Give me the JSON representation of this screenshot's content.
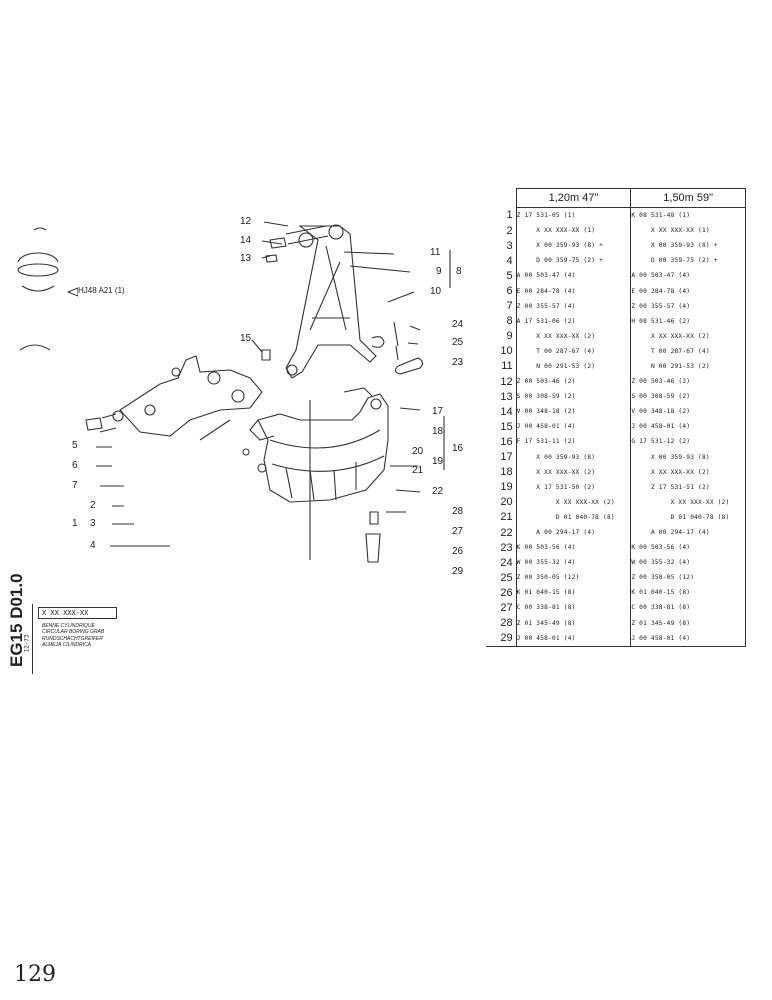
{
  "sheet": {
    "code": "EG15 D01.0",
    "edition": "12-73",
    "assembly_number": "X XX XXX-XX",
    "titles": [
      "BENNE CYLINDRIQUE",
      "CIRCULAR BORING GRAB",
      "RUNDSCHACHTGREIFER",
      "ALMEJA CILINDRICA"
    ],
    "page_number": "129"
  },
  "diagram": {
    "ref_label": "HJ48 A21 (1)",
    "callouts": [
      "12",
      "14",
      "13",
      "11",
      "9",
      "8",
      "10",
      "15",
      "24",
      "25",
      "23",
      "17",
      "18",
      "16",
      "20",
      "19",
      "21",
      "22",
      "5",
      "6",
      "7",
      "2",
      "1",
      "3",
      "4",
      "28",
      "27",
      "26",
      "29"
    ]
  },
  "parts_table": {
    "columns": [
      "1,20m 47\"",
      "1,50m 59\""
    ],
    "rows": [
      {
        "n": "1",
        "a": "Z 17 531-05 (1)",
        "b": "K 08 531-48 (1)"
      },
      {
        "n": "2",
        "a": "     X XX XXX-XX (1)",
        "b": "     X XX XXX-XX (1)"
      },
      {
        "n": "3",
        "a": "     X 00 359-93 (8) +",
        "b": "     X 00 359-93 (8) +"
      },
      {
        "n": "4",
        "a": "     D 00 359-75 (2) +",
        "b": "     D 00 359-75 (2) +"
      },
      {
        "n": "5",
        "a": "A 00 503-47 (4)",
        "b": "A 00 503-47 (4)"
      },
      {
        "n": "6",
        "a": "E 00 284-78 (4)",
        "b": "E 00 284-78 (4)"
      },
      {
        "n": "7",
        "a": "Z 00 355-57 (4)",
        "b": "Z 00 355-57 (4)"
      },
      {
        "n": "8",
        "a": "A 17 531-06 (2)",
        "b": "H 08 531-46 (2)"
      },
      {
        "n": "9",
        "a": "     X XX XXX-XX (2)",
        "b": "     X XX XXX-XX (2)"
      },
      {
        "n": "10",
        "a": "     T 00 287-67 (4)",
        "b": "     T 00 287-67 (4)"
      },
      {
        "n": "11",
        "a": "     N 00 291-53 (2)",
        "b": "     N 00 291-53 (2)"
      },
      {
        "n": "12",
        "a": "Z 00 503-46 (2)",
        "b": "Z 00 503-46 (2)"
      },
      {
        "n": "13",
        "a": "S 00 308-59 (2)",
        "b": "S 00 308-59 (2)"
      },
      {
        "n": "14",
        "a": "V 00 348-18 (2)",
        "b": "V 00 348-18 (2)"
      },
      {
        "n": "15",
        "a": "J 00 458-01 (4)",
        "b": "J 00 458-01 (4)"
      },
      {
        "n": "16",
        "a": "F 17 531-11 (2)",
        "b": "G 17 531-12 (2)"
      },
      {
        "n": "17",
        "a": "     X 00 359-93 (8)",
        "b": "     X 00 359-93 (8)"
      },
      {
        "n": "18",
        "a": "     X XX XXX-XX (2)",
        "b": "     X XX XXX-XX (2)"
      },
      {
        "n": "19",
        "a": "     X 17 531-50 (2)",
        "b": "     Z 17 531-51 (2)"
      },
      {
        "n": "20",
        "a": "          X XX XXX-XX (2)",
        "b": "          X XX XXX-XX (2)"
      },
      {
        "n": "21",
        "a": "          D 01 040-78 (8)",
        "b": "          D 01 040-78 (8)"
      },
      {
        "n": "22",
        "a": "     A 00 294-17 (4)",
        "b": "     A 00 294-17 (4)"
      },
      {
        "n": "23",
        "a": "K 00 503-56 (4)",
        "b": "K 00 503-56 (4)"
      },
      {
        "n": "24",
        "a": "W 00 355-32 (4)",
        "b": "W 00 355-32 (4)"
      },
      {
        "n": "25",
        "a": "Z 00 350-05 (12)",
        "b": "Z 00 350-05 (12)"
      },
      {
        "n": "26",
        "a": "K 01 040-15 (8)",
        "b": "K 01 040-15 (8)"
      },
      {
        "n": "27",
        "a": "C 00 338-81 (8)",
        "b": "C 00 338-81 (8)"
      },
      {
        "n": "28",
        "a": "Z 01 345-49 (8)",
        "b": "Z 01 345-49 (8)"
      },
      {
        "n": "29",
        "a": "J 00 458-01 (4)",
        "b": "J 00 458-01 (4)"
      }
    ]
  }
}
